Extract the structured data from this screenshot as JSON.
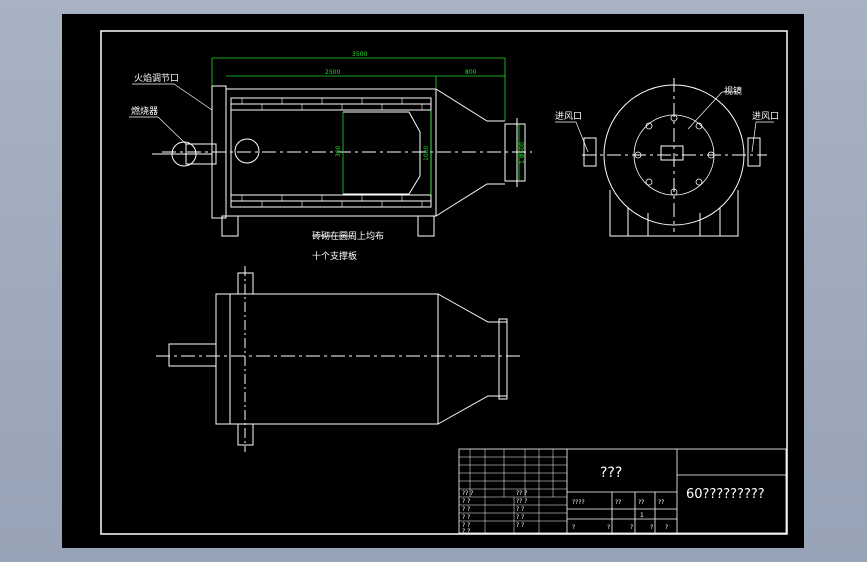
{
  "drawing": {
    "dims": {
      "overall_length": "3500",
      "body_length": "2500",
      "cone_length": "800",
      "inner_diameter": "300",
      "shell_diameter": "1080",
      "outlet_diameter": "1 Φ500"
    },
    "labels": {
      "flame_adjust_port": "火焰调节口",
      "burner": "燃烧器",
      "peephole": "视镜",
      "air_inlet_left": "进风口",
      "air_inlet_right": "进风口",
      "support_note_line1": "砖砌在圆周上均布",
      "support_note_line2": "十个支撑板"
    },
    "title_block": {
      "drawing_name": "???",
      "project_name": "60?????????",
      "row_labels_left": [
        "? ?",
        "? ?",
        "? ?",
        "? ?",
        "? ?"
      ],
      "row_labels_mid": [
        "?? ?",
        "? ?",
        "? ?",
        "? ?"
      ],
      "header_cells": [
        "?? ?",
        "?? ?"
      ],
      "right_header": [
        "????",
        "??",
        "??",
        "??"
      ],
      "right_values": [
        "",
        "",
        "1",
        ""
      ],
      "bottom_row": [
        "?",
        "?",
        "?",
        "?",
        "?"
      ]
    }
  },
  "colors": {
    "outline": "#ffffff",
    "dimension": "#22dd22",
    "center_line": "#ffffff",
    "cut_line": "#ff2222"
  }
}
